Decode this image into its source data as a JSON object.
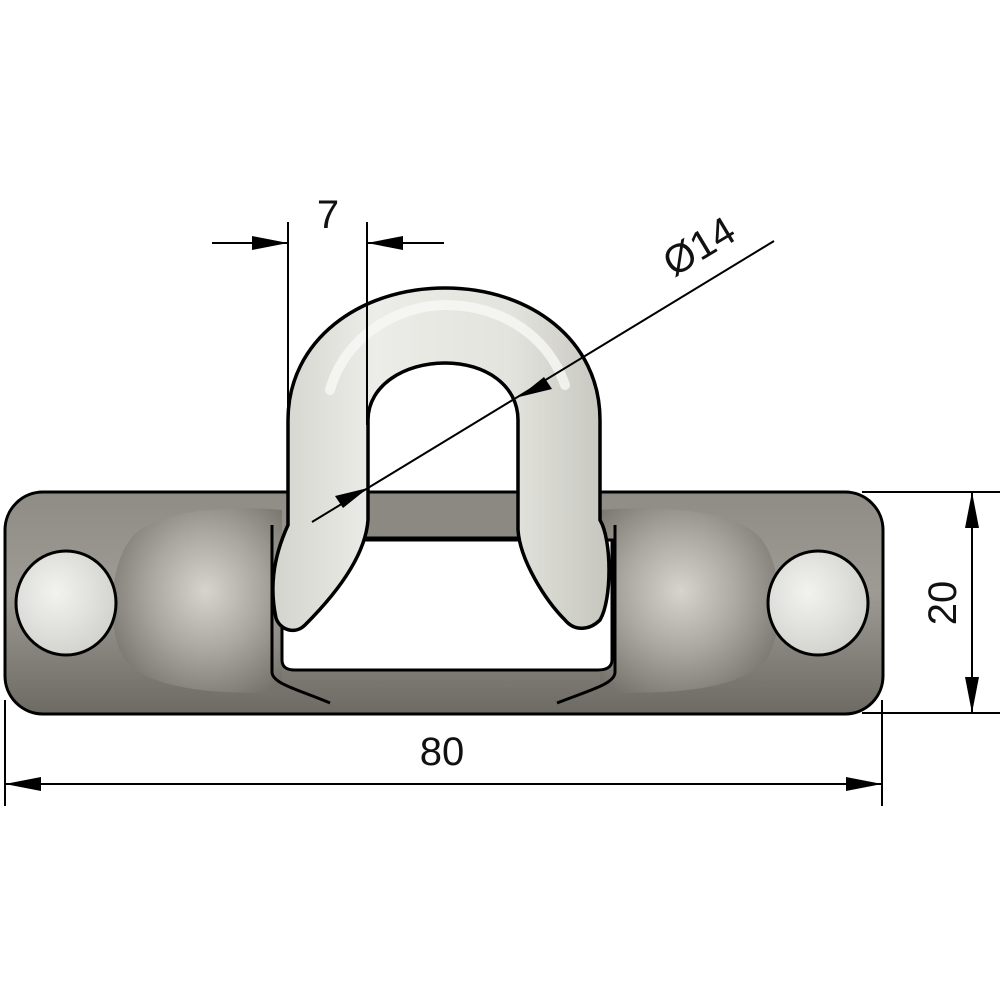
{
  "drawing": {
    "dimensions": {
      "ring_thickness": "7",
      "ring_diameter": "Ø14",
      "plate_height": "20",
      "plate_length": "80"
    },
    "colors": {
      "plate_fill": "#7c7a72",
      "plate_highlight": "#b9b7ae",
      "ring_fill": "#e2e2dc",
      "ring_shade": "#c9c9c2",
      "hole_fill": "#e6e6e2",
      "outline": "#000000"
    }
  }
}
